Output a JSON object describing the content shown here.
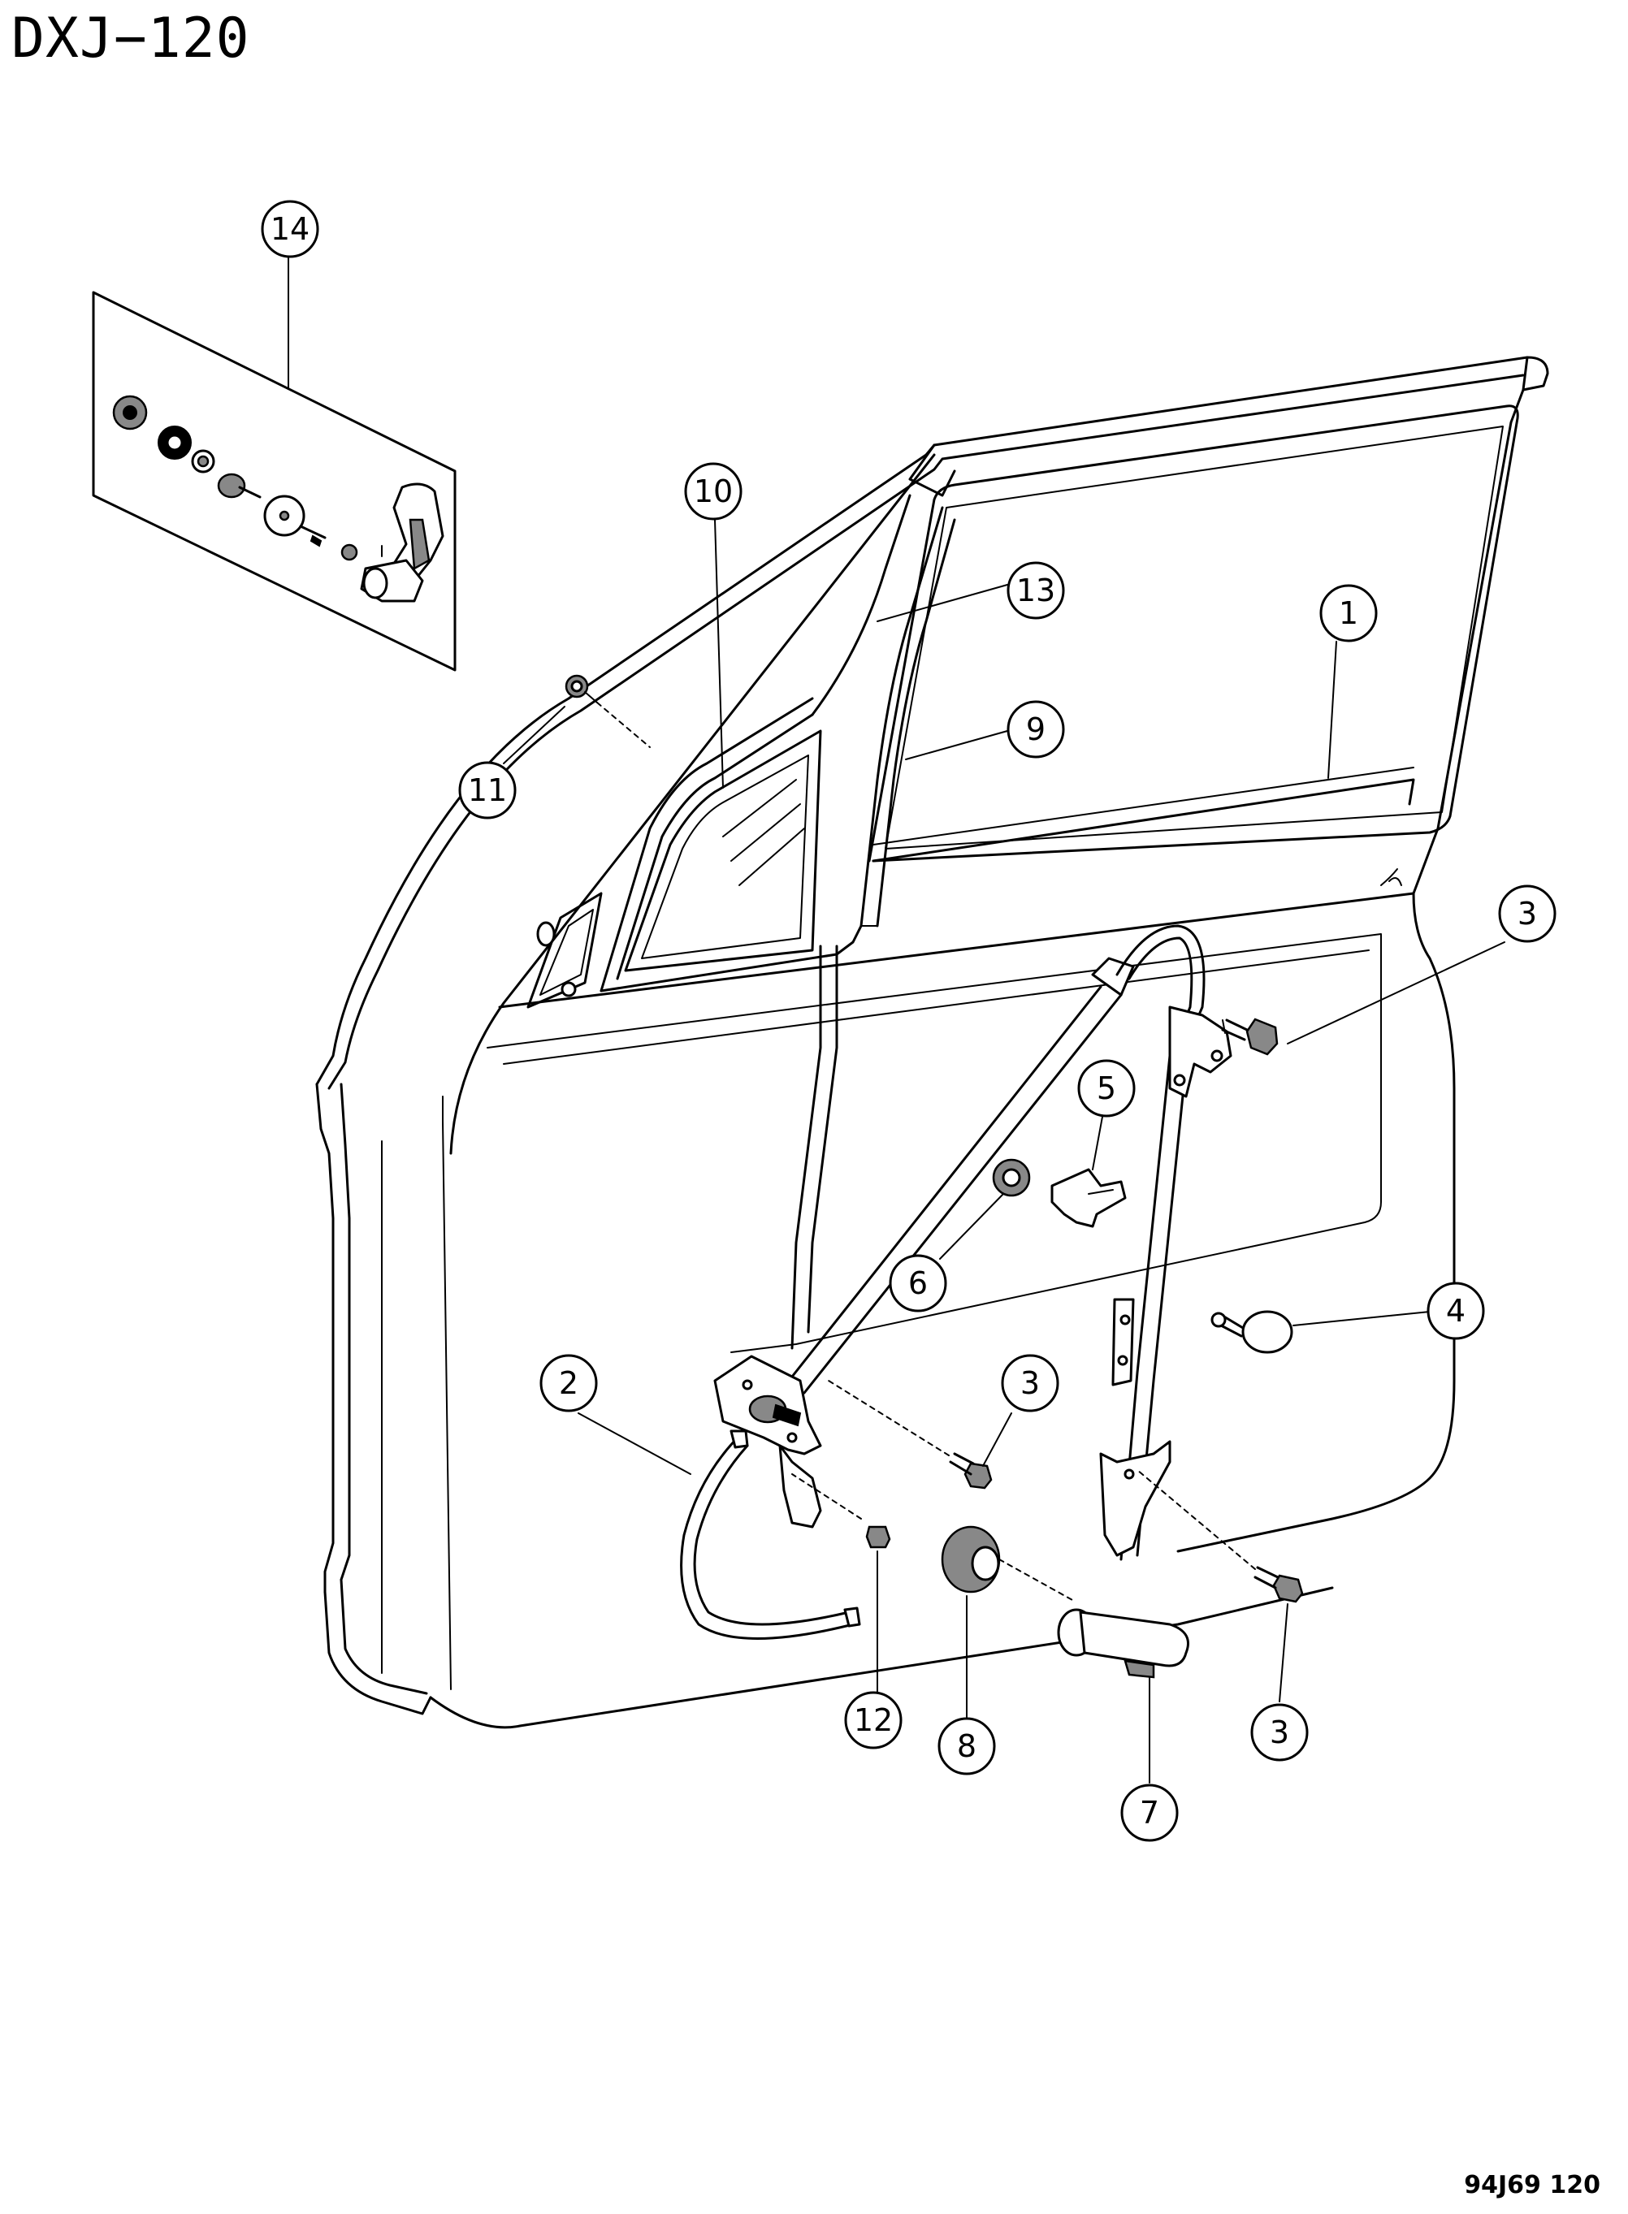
{
  "diagram_title": "DXJ−120",
  "figure_code": "94J69  120",
  "callouts": [
    "1",
    "2",
    "3",
    "3",
    "3",
    "4",
    "5",
    "6",
    "7",
    "8",
    "9",
    "10",
    "11",
    "12",
    "13",
    "14"
  ]
}
